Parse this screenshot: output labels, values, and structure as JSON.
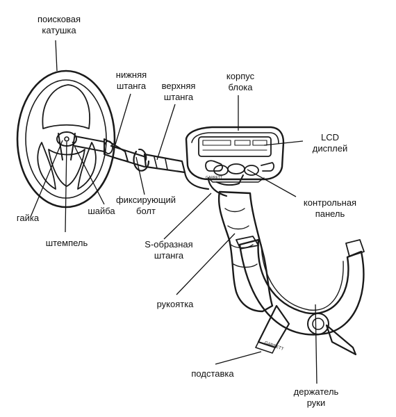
{
  "diagram": {
    "labels": {
      "search_coil": [
        "поисковая",
        "катушка"
      ],
      "lower_shaft": [
        "нижняя",
        "штанга"
      ],
      "upper_shaft": [
        "верхняя",
        "штанга"
      ],
      "control_housing": [
        "корпус",
        "блока"
      ],
      "lcd_display": [
        "LCD",
        "дисплей"
      ],
      "control_panel": [
        "контрольная",
        "панель"
      ],
      "locking_bolt": [
        "фиксирующий",
        "болт"
      ],
      "nut": [
        "гайка"
      ],
      "washer": [
        "шайба"
      ],
      "ear_mount": [
        "штемпель"
      ],
      "s_shaft": [
        "S-образная",
        "штанга"
      ],
      "handle": [
        "рукоятка"
      ],
      "stand": [
        "подставка"
      ],
      "arm_cuff": [
        "держатель",
        "руки"
      ]
    },
    "brand_mark": "GARRETT"
  }
}
